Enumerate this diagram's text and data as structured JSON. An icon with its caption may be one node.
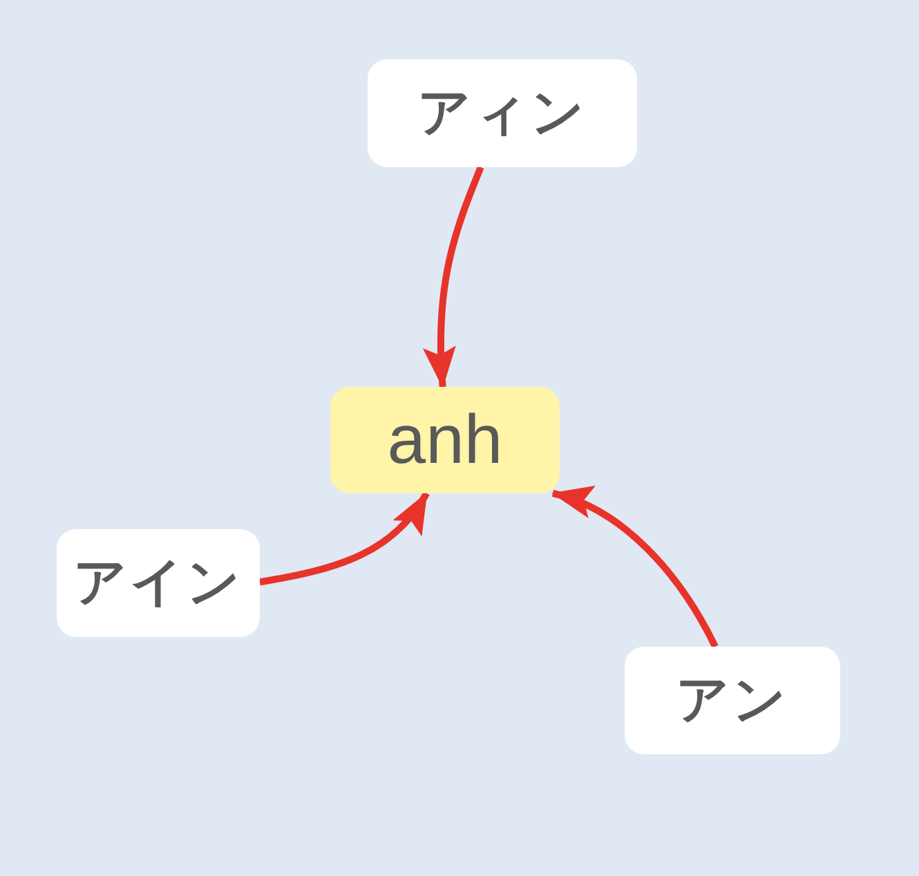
{
  "diagram": {
    "nodes": [
      {
        "text": [
          "アィン"
        ]
      },
      {
        "text": [
          "anh"
        ]
      },
      {
        "text": [
          "アイン"
        ]
      },
      {
        "text": [
          "アン"
        ]
      }
    ],
    "edges": [
      {
        "from": 0,
        "to": 1,
        "arrow": "to"
      },
      {
        "from": 2,
        "to": 1,
        "arrow": "to"
      },
      {
        "from": 3,
        "to": 1,
        "arrow": "to"
      }
    ]
  }
}
